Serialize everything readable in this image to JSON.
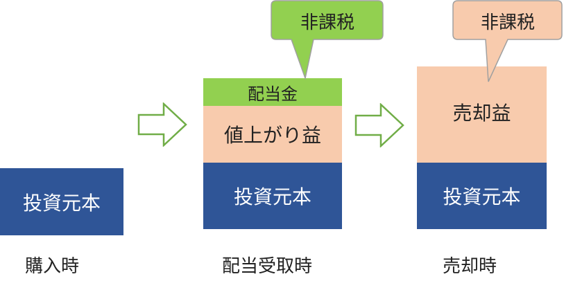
{
  "colors": {
    "principal": "#2f5597",
    "gain": "#f8cbad",
    "dividend": "#92d050",
    "arrow_fill": "#ffffff",
    "arrow_stroke": "#70ad47"
  },
  "stages": [
    {
      "caption": "購入時",
      "principal": "投資元本"
    },
    {
      "caption": "配当受取時",
      "principal": "投資元本",
      "gain": "値上がり益",
      "dividend": "配当金",
      "callout": "非課税"
    },
    {
      "caption": "売却時",
      "principal": "投資元本",
      "gain": "売却益",
      "callout": "非課税"
    }
  ]
}
